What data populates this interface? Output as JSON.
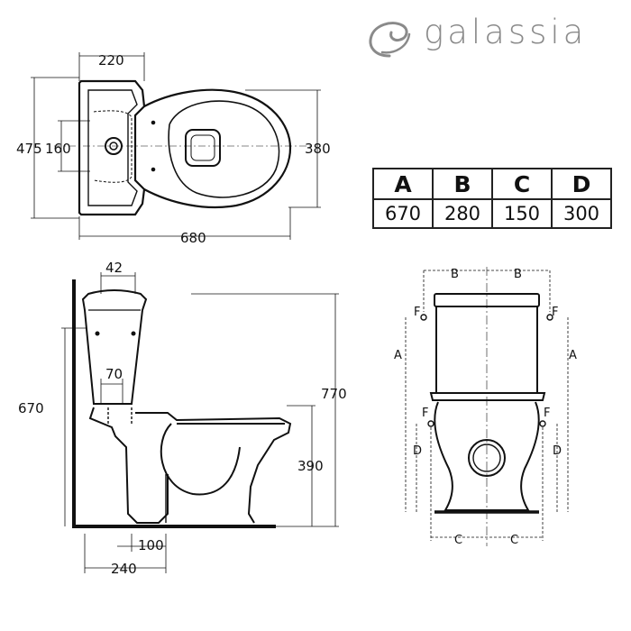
{
  "brand": {
    "name": "galassia"
  },
  "table": {
    "headers": [
      "A",
      "B",
      "C",
      "D"
    ],
    "values": [
      "670",
      "280",
      "150",
      "300"
    ]
  },
  "top_view": {
    "width": "220",
    "depth": "475",
    "inlet": "160",
    "seat": "380",
    "length": "680"
  },
  "side_view": {
    "tank_top": "42",
    "tank_offset": "70",
    "height_tank": "670",
    "height_total": "770",
    "height_seat": "390",
    "outlet_a": "100",
    "outlet_b": "240"
  },
  "front_view": {
    "b_left": "B",
    "b_right": "B",
    "a_left": "A",
    "a_right": "A",
    "f1": "F",
    "f2": "F",
    "f3": "F",
    "f4": "F",
    "d_left": "D",
    "d_right": "D",
    "c_left": "C",
    "c_right": "C"
  }
}
